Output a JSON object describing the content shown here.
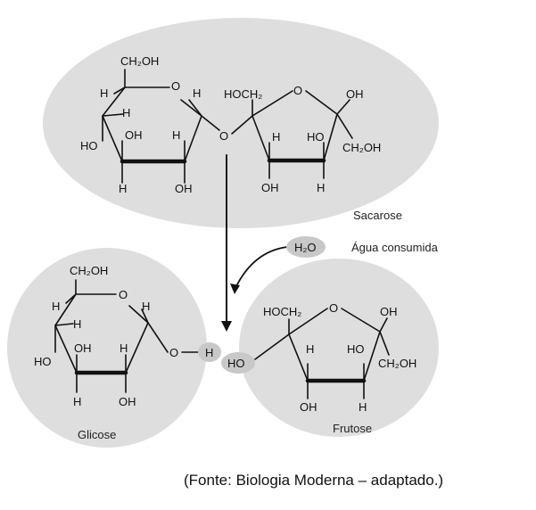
{
  "diagram": {
    "sucrose": {
      "name": "Sacarose",
      "glucose_ring": {
        "ch2oh": "CH₂OH",
        "ring_o": "O",
        "h1": "H",
        "h2": "H",
        "h3": "H",
        "oh": "OH",
        "ho": "HO",
        "h4": "H",
        "h5": "H",
        "oh_bottom": "OH"
      },
      "bridge_o": "O",
      "fructose_ring": {
        "hoch2": "HOCH₂",
        "ring_o": "O",
        "oh": "OH",
        "h1": "H",
        "ho": "HO",
        "ch2oh": "CH₂OH",
        "oh_bottom": "OH",
        "h_bottom": "H"
      }
    },
    "water": {
      "formula": "H₂O",
      "label": "Água consumida"
    },
    "glucose": {
      "name": "Glicose",
      "ch2oh": "CH₂OH",
      "ring_o": "O",
      "h1": "H",
      "h2": "H",
      "h3": "H",
      "h4": "H",
      "h5": "H",
      "oh": "OH",
      "ho": "HO",
      "oh_bottom": "OH",
      "o_bond": "O",
      "h_bond": "H"
    },
    "fructose": {
      "name": "Frutose",
      "hoch2": "HOCH₂",
      "ring_o": "O",
      "oh": "OH",
      "h1": "H",
      "ho": "HO",
      "ch2oh": "CH₂OH",
      "ho_left": "HO",
      "oh_bottom": "OH",
      "h_bottom": "H"
    },
    "colors": {
      "ellipse": "#dedede",
      "tag": "#c8c8c8",
      "ink": "#111111"
    }
  },
  "source": "(Fonte: Biologia Moderna – adaptado.)"
}
